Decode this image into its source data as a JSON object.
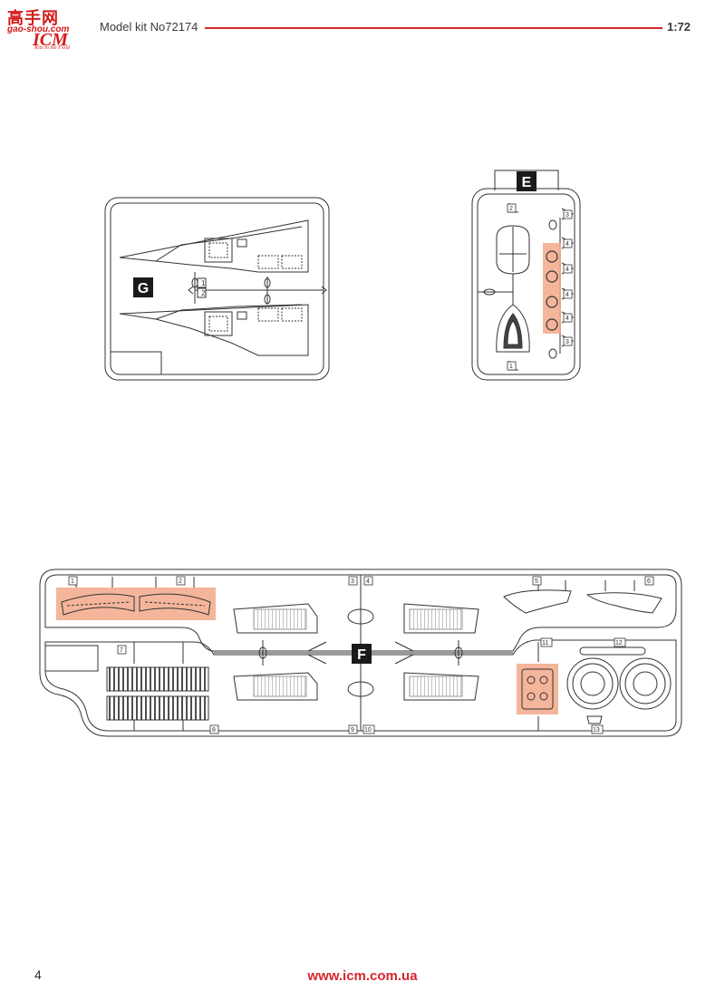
{
  "header": {
    "logo_cn": "高手网",
    "logo_domain": "gao-shou.com",
    "logo_brand": "ICM",
    "logo_tagline": "Kits in the Field",
    "title": "Model kit No72174",
    "scale": "1:72",
    "accent_color": "#d7262b"
  },
  "sprue_g": {
    "letter": "G",
    "part_numbers": [
      "1",
      "2"
    ]
  },
  "sprue_e": {
    "letter": "E",
    "part_numbers": [
      "1",
      "2",
      "3",
      "4",
      "4",
      "4",
      "4",
      "3"
    ],
    "highlight_color": "#f2a88a"
  },
  "sprue_f": {
    "letter": "F",
    "part_numbers": [
      "1",
      "2",
      "3",
      "4",
      "5",
      "6",
      "7",
      "8",
      "9",
      "10",
      "11",
      "12",
      "13"
    ],
    "highlight_color": "#f2a88a"
  },
  "footer": {
    "page_number": "4",
    "url": "www.icm.com.ua"
  }
}
